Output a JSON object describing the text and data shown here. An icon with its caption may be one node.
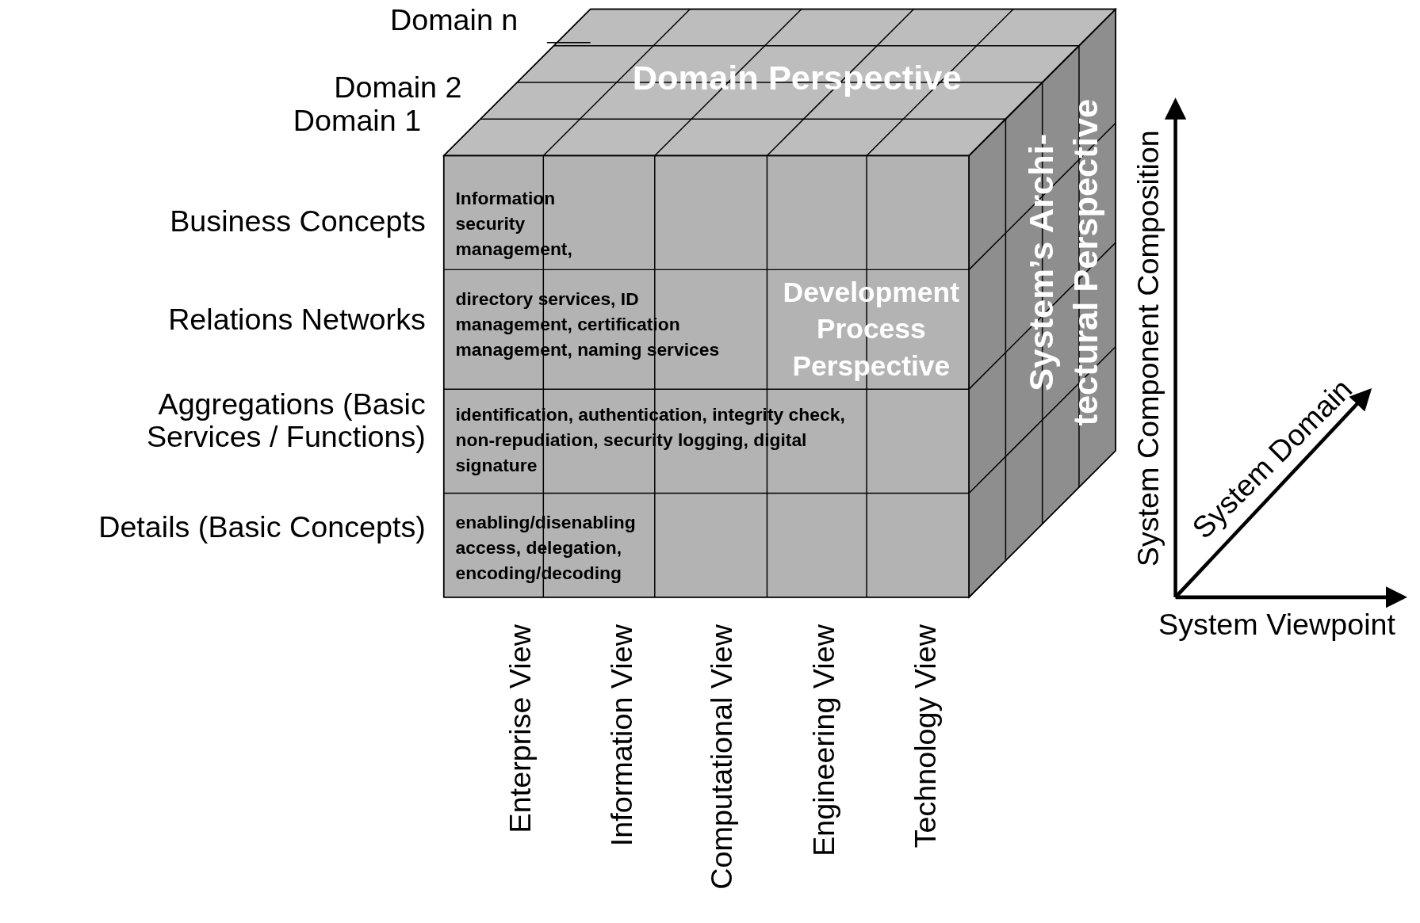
{
  "diagram": {
    "labels": [
      "Domain n",
      "Domain 2",
      "Domain Perspective",
      "Domain 1",
      "Business Concepts",
      "Information security management,",
      "System’s Archi- tectural Perspective",
      "System Component Composition",
      "Relations Networks",
      "directory services, ID management, certification management, naming services",
      "Development Process Perspective",
      "Aggregations (Basic Services / Functions)",
      "identification, authentication, integrity check, non-repudiation, security logging, digital signature",
      "System Domain",
      "Details (Basic Concepts)",
      "enabling/disenabling access, delegation, encoding/decoding",
      "System Viewpoint",
      "Enterprise View",
      "Information View",
      "Computational View",
      "Engineering View",
      "Technology View"
    ]
  }
}
